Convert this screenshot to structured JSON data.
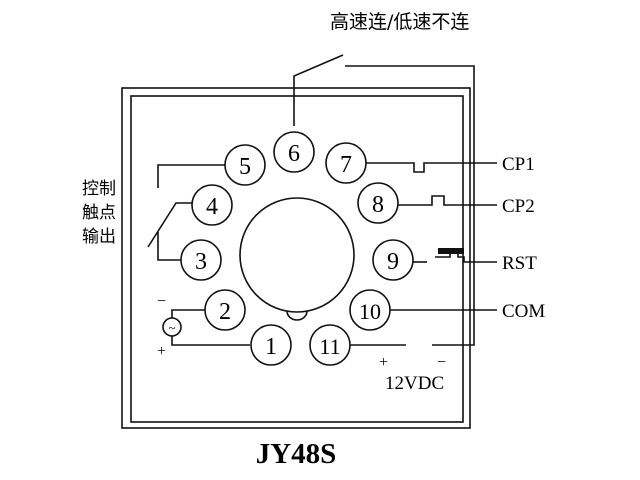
{
  "top_label": "高速连/低速不连",
  "left_label": {
    "line1": "控制",
    "line2": "触点",
    "line3": "输出"
  },
  "pins": [
    "1",
    "2",
    "3",
    "4",
    "5",
    "6",
    "7",
    "8",
    "9",
    "10",
    "11"
  ],
  "signals": {
    "cp1": "CP1",
    "cp2": "CP2",
    "rst": "RST",
    "com": "COM"
  },
  "power": {
    "plus": "+",
    "minus": "−",
    "label": "12VDC"
  },
  "ac": {
    "minus": "−",
    "plus": "+",
    "symbol": "~"
  },
  "model": "JY48S"
}
